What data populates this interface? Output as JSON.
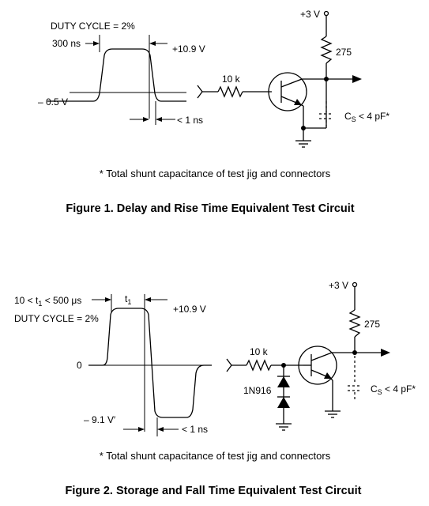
{
  "figure1": {
    "duty_cycle": "DUTY CYCLE = 2%",
    "pulse_width": "300 ns",
    "high_level": "+10.9 V",
    "low_level": "– 0.5 V",
    "fall_time": "< 1 ns",
    "resistor_base": "10 k",
    "supply": "+3 V",
    "resistor_load": "275",
    "cap_main": "C",
    "cap_sub": "S",
    "cap_value": " < 4 pF*",
    "footnote": "* Total shunt capacitance of test jig and connectors",
    "caption": "Figure 1. Delay and Rise Time Equivalent Test Circuit"
  },
  "figure2": {
    "t1_range_a": "10 < t",
    "t1_range_sub": "1",
    "t1_range_b": " < 500 μs",
    "t1_main": "t",
    "t1_sub": "1",
    "duty_cycle": "DUTY CYCLE = 2%",
    "high_level": "+10.9 V",
    "zero_level": "0",
    "low_level": "– 9.1 V′",
    "fall_time": "< 1 ns",
    "resistor_base": "10 k",
    "diode": "1N916",
    "supply": "+3 V",
    "resistor_load": "275",
    "cap_main": "C",
    "cap_sub": "S",
    "cap_value": " < 4 pF*",
    "footnote": "* Total shunt capacitance of test jig and connectors",
    "caption": "Figure 2. Storage and Fall Time Equivalent Test Circuit"
  }
}
